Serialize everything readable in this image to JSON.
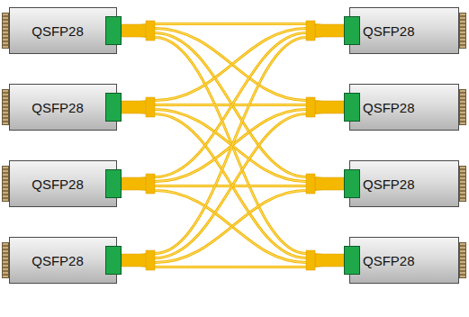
{
  "diagram": {
    "nodes": [
      {
        "text": [
          "QSFP28"
        ]
      },
      {
        "text": [
          "QSFP28"
        ]
      },
      {
        "text": [
          "QSFP28"
        ]
      },
      {
        "text": [
          "QSFP28"
        ]
      },
      {
        "text": [
          "QSFP28"
        ]
      },
      {
        "text": [
          "QSFP28"
        ]
      },
      {
        "text": [
          "QSFP28"
        ]
      },
      {
        "text": [
          "QSFP28"
        ]
      }
    ],
    "edges": [
      {
        "from": 0,
        "to": 1,
        "arrow": "none"
      },
      {
        "from": 0,
        "to": 3,
        "arrow": "none"
      },
      {
        "from": 0,
        "to": 5,
        "arrow": "none"
      },
      {
        "from": 0,
        "to": 7,
        "arrow": "none"
      },
      {
        "from": 2,
        "to": 1,
        "arrow": "none"
      },
      {
        "from": 2,
        "to": 3,
        "arrow": "none"
      },
      {
        "from": 2,
        "to": 5,
        "arrow": "none"
      },
      {
        "from": 2,
        "to": 7,
        "arrow": "none"
      },
      {
        "from": 4,
        "to": 1,
        "arrow": "none"
      },
      {
        "from": 4,
        "to": 3,
        "arrow": "none"
      },
      {
        "from": 4,
        "to": 5,
        "arrow": "none"
      },
      {
        "from": 4,
        "to": 7,
        "arrow": "none"
      },
      {
        "from": 6,
        "to": 1,
        "arrow": "none"
      },
      {
        "from": 6,
        "to": 3,
        "arrow": "none"
      },
      {
        "from": 6,
        "to": 5,
        "arrow": "none"
      },
      {
        "from": 6,
        "to": 7,
        "arrow": "none"
      }
    ]
  }
}
